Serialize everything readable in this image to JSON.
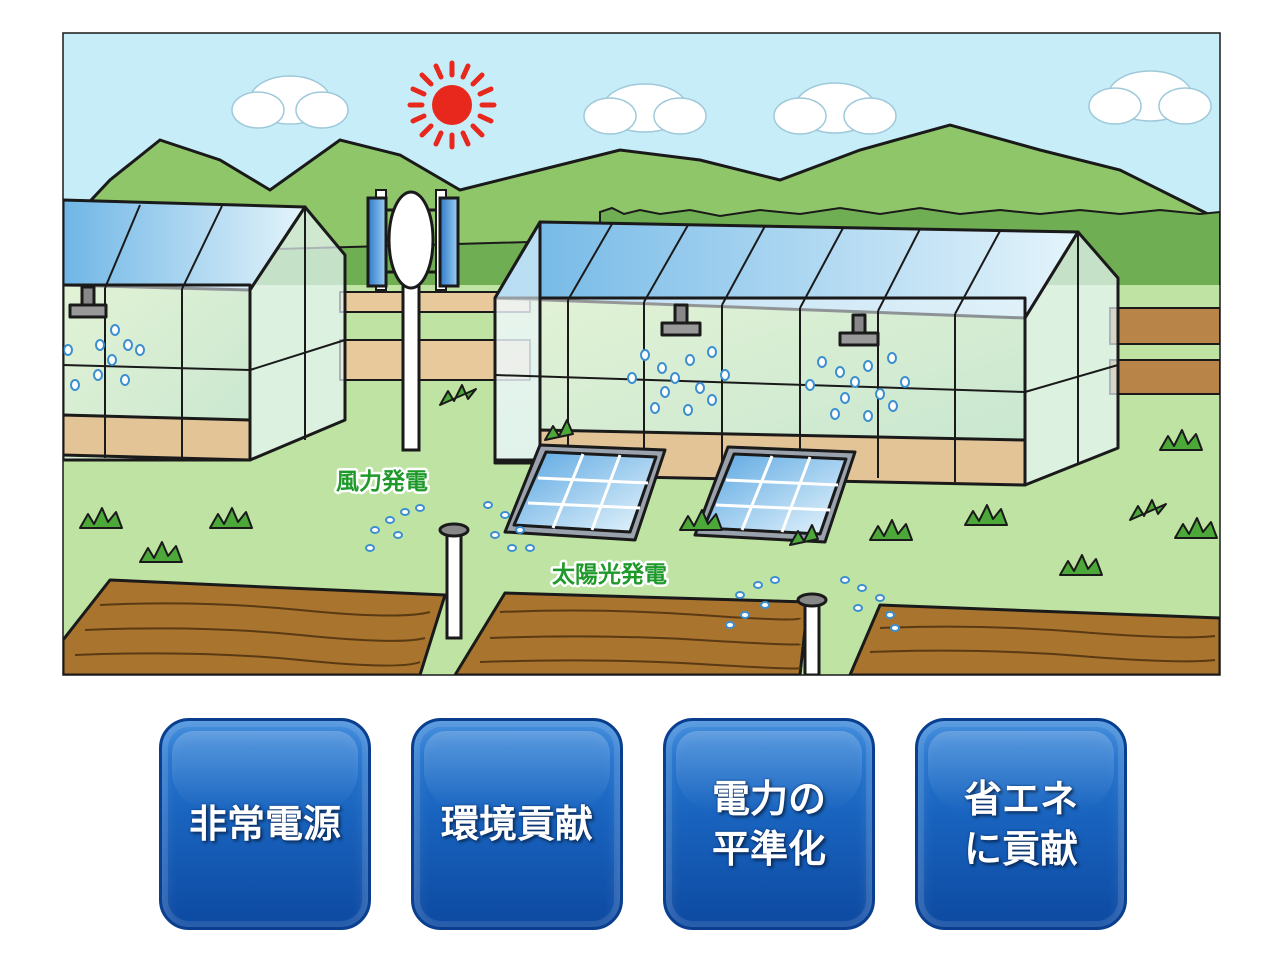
{
  "labels": {
    "wind_power": "風力発電",
    "solar_power": "太陽光発電"
  },
  "benefits": [
    {
      "name": "emergency-power",
      "text": "非常電源"
    },
    {
      "name": "environment",
      "text": "環境貢献"
    },
    {
      "name": "load-leveling",
      "text": "電力の\n平準化"
    },
    {
      "name": "energy-saving",
      "text": "省エネ\nに貢献"
    }
  ],
  "colors": {
    "sky": "#c7eef8",
    "mountain": "#8fc66a",
    "grass": "#bfe3a3",
    "soil": "#a8742e",
    "label_green": "#1f9a2a",
    "badge_blue": "#1964bf",
    "sun": "#e8281d"
  }
}
